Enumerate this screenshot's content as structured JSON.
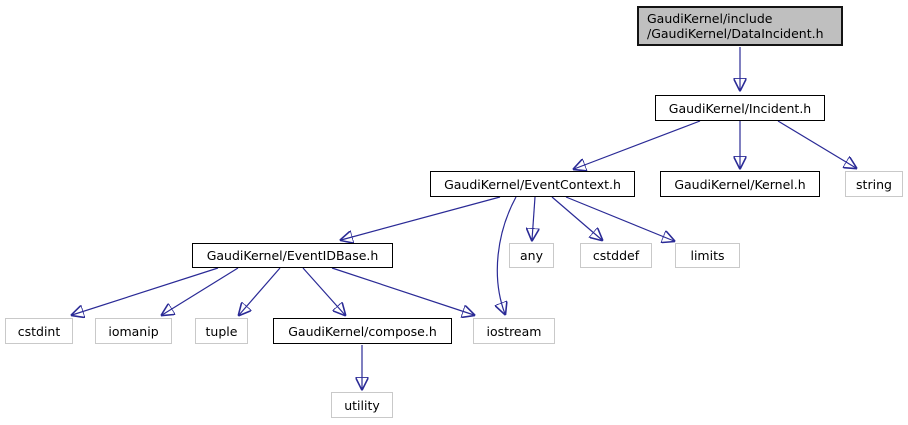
{
  "diagram": {
    "kind": "include-dependency-graph",
    "colors": {
      "edge": "#2a2a96",
      "root_fill": "#bfbfbf",
      "node_border": "#000000",
      "leaf_border": "#c9c9c9",
      "background": "#ffffff",
      "text": "#000000"
    },
    "nodes": {
      "data_incident": {
        "line1": "GaudiKernel/include",
        "line2": "/GaudiKernel/DataIncident.h"
      },
      "incident": {
        "label": "GaudiKernel/Incident.h"
      },
      "event_context": {
        "label": "GaudiKernel/EventContext.h"
      },
      "kernel": {
        "label": "GaudiKernel/Kernel.h"
      },
      "string": {
        "label": "string"
      },
      "event_id_base": {
        "label": "GaudiKernel/EventIDBase.h"
      },
      "any": {
        "label": "any"
      },
      "cstddef": {
        "label": "cstddef"
      },
      "limits": {
        "label": "limits"
      },
      "cstdint": {
        "label": "cstdint"
      },
      "iomanip": {
        "label": "iomanip"
      },
      "tuple": {
        "label": "tuple"
      },
      "compose": {
        "label": "GaudiKernel/compose.h"
      },
      "iostream": {
        "label": "iostream"
      },
      "utility": {
        "label": "utility"
      }
    },
    "edges": [
      {
        "from": "data_incident",
        "to": "incident"
      },
      {
        "from": "incident",
        "to": "event_context"
      },
      {
        "from": "incident",
        "to": "kernel"
      },
      {
        "from": "incident",
        "to": "string"
      },
      {
        "from": "event_context",
        "to": "event_id_base"
      },
      {
        "from": "event_context",
        "to": "any"
      },
      {
        "from": "event_context",
        "to": "cstddef"
      },
      {
        "from": "event_context",
        "to": "limits"
      },
      {
        "from": "event_context",
        "to": "iostream"
      },
      {
        "from": "event_id_base",
        "to": "cstdint"
      },
      {
        "from": "event_id_base",
        "to": "iomanip"
      },
      {
        "from": "event_id_base",
        "to": "tuple"
      },
      {
        "from": "event_id_base",
        "to": "compose"
      },
      {
        "from": "event_id_base",
        "to": "iostream"
      },
      {
        "from": "compose",
        "to": "utility"
      }
    ]
  }
}
